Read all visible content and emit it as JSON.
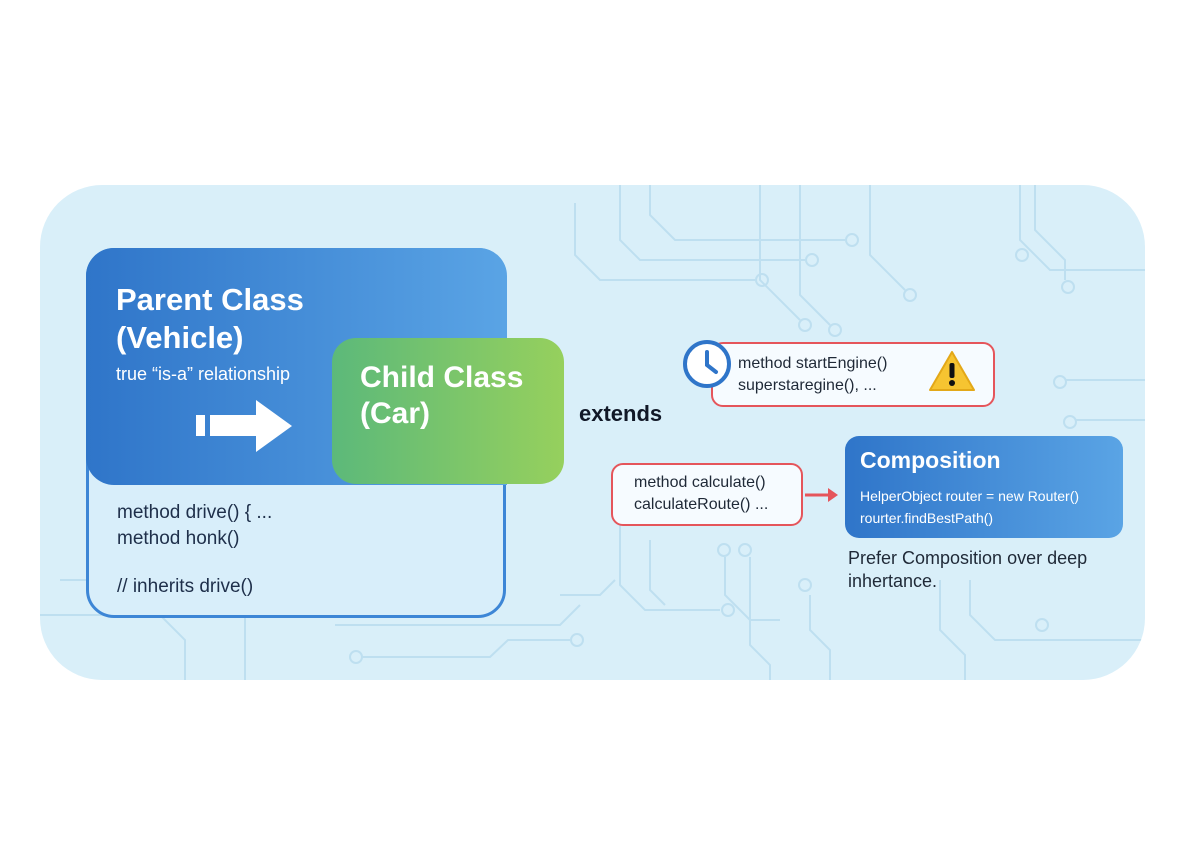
{
  "parent": {
    "title": "Parent Class\n(Vehicle)",
    "subtitle": "true “is-a” relationship",
    "methods": [
      "method drive() { ...",
      "method honk()"
    ],
    "comment": "// inherits drive()"
  },
  "child": {
    "title": "Child Class\n(Car)"
  },
  "relation_label": "extends",
  "engine_box": {
    "lines": [
      "method startEngine()",
      "superstaregine(), ..."
    ]
  },
  "calc_box": {
    "lines": [
      "method calculate()",
      "calculateRoute() ..."
    ]
  },
  "composition": {
    "title": "Composition",
    "lines": [
      "HelperObject router = new Router()",
      "rourter.findBestPath()"
    ]
  },
  "note": "Prefer Composition over deep inhertance.",
  "icons": {
    "clock": "clock-icon",
    "warning": "warning-icon",
    "arrow": "right-arrow-icon"
  },
  "colors": {
    "panel": "#d9eff9",
    "parent_blue": "#3d86d6",
    "child_green": "#7cc86a",
    "warning_red": "#e5555b",
    "composition_blue": "#3a85d4"
  }
}
